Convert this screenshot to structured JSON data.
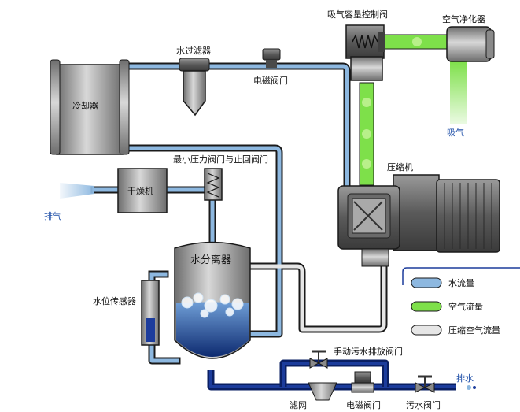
{
  "labels": {
    "intake_valve": "吸气容量控制阀",
    "air_purifier": "空气净化器",
    "water_filter": "水过滤器",
    "solenoid_valve_top": "电磁阀门",
    "cooler": "冷却器",
    "intake_air": "吸气",
    "min_pressure_valve": "最小压力阀门与止回阀门",
    "compressor": "压缩机",
    "dryer": "干燥机",
    "exhaust": "排气",
    "separator": "水分离器",
    "level_sensor": "水位传感器",
    "manual_drain_valve": "手动污水排放阀门",
    "drain": "排水",
    "strainer": "滤网",
    "solenoid_valve_bottom": "电磁阀门",
    "sewage_valve": "污水阀门"
  },
  "legend": {
    "water_flow": "水流量",
    "air_flow": "空气流量",
    "compressed_air_flow": "压缩空气流量"
  },
  "colors": {
    "water_pipe": "#8db8e0",
    "air_flow": "#7ee04a",
    "compressed_air": "#e6e6e6",
    "pipe_outline": "#1a1a1a",
    "drain_pipe": "#0a1f63",
    "machine_gray": "#5f5f5f",
    "label_blue": "#1f4fa8"
  }
}
